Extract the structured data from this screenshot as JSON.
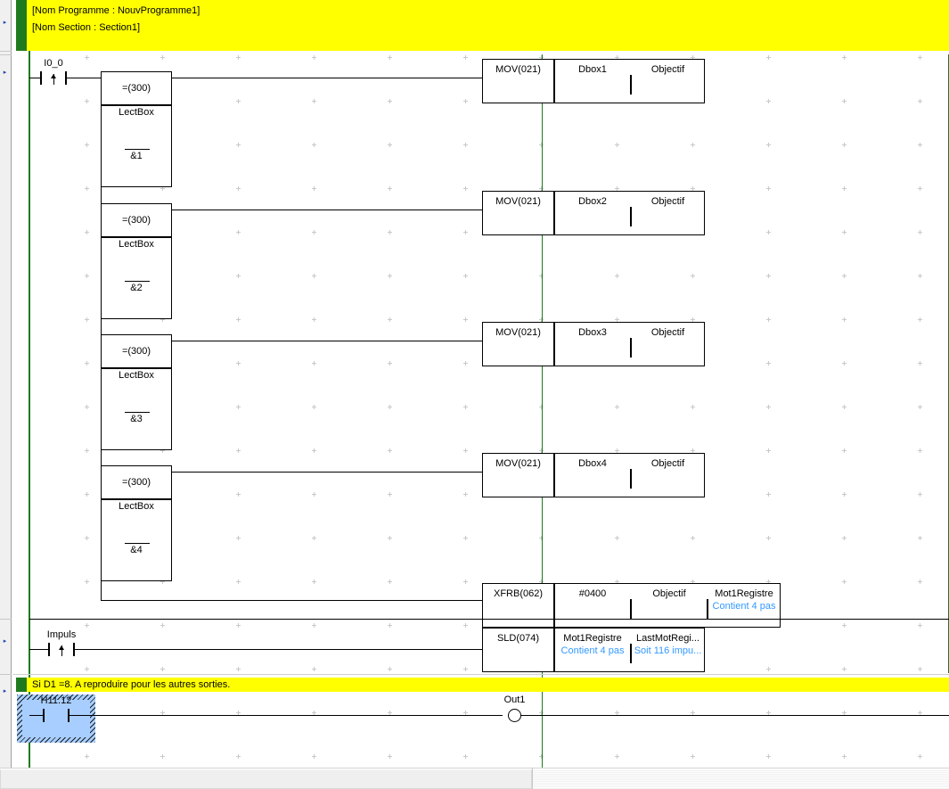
{
  "app": {
    "title": "Ladder Diagram Editor",
    "colors": {
      "comment_background": "#ffff00",
      "comment_tab": "#1f7a1f",
      "rail": "#1f7a1f",
      "selection_fill": "#a8ceff",
      "operand_comment": "#3399ff",
      "grid_mark": "#c9c9c9",
      "block_border": "#000000"
    }
  },
  "header_comment": {
    "lines": [
      "[Nom Programme : NouvProgramme1]",
      "[Nom Section : Section1]"
    ]
  },
  "section_comment": {
    "text": "Si D1 =8. A reproduire pour les autres sorties."
  },
  "gutter": {
    "marks": [
      "▸",
      "▸",
      "▸",
      "▸"
    ]
  },
  "rungs": [
    {
      "name": "rung-1",
      "contact": {
        "label": "I0_0",
        "type": "rising-edge-contact"
      },
      "compare_blocks": [
        {
          "instruction": "=(300)",
          "operand": "LectBox",
          "value": "&1"
        },
        {
          "instruction": "=(300)",
          "operand": "LectBox",
          "value": "&2"
        },
        {
          "instruction": "=(300)",
          "operand": "LectBox",
          "value": "&3"
        },
        {
          "instruction": "=(300)",
          "operand": "LectBox",
          "value": "&4"
        }
      ],
      "move_blocks": [
        {
          "instruction": "MOV(021)",
          "source": "Dbox1",
          "destination": "Objectif"
        },
        {
          "instruction": "MOV(021)",
          "source": "Dbox2",
          "destination": "Objectif"
        },
        {
          "instruction": "MOV(021)",
          "source": "Dbox3",
          "destination": "Objectif"
        },
        {
          "instruction": "MOV(021)",
          "source": "Dbox4",
          "destination": "Objectif"
        }
      ],
      "xfrb_block": {
        "instruction": "XFRB(062)",
        "operands": [
          {
            "name": "#0400",
            "comment": ""
          },
          {
            "name": "Objectif",
            "comment": ""
          },
          {
            "name": "Mot1Registre",
            "comment": "Contient 4 pas"
          }
        ]
      }
    },
    {
      "name": "rung-2",
      "contact": {
        "label": "Impuls",
        "type": "rising-edge-contact"
      },
      "sld_block": {
        "instruction": "SLD(074)",
        "operands": [
          {
            "name": "Mot1Registre",
            "comment": "Contient 4 pas"
          },
          {
            "name": "LastMotRegi...",
            "comment": "Soit 116 impu..."
          }
        ]
      }
    },
    {
      "name": "rung-3",
      "contact": {
        "label": "H11.12",
        "type": "normally-open-contact",
        "selected": true
      },
      "coil": {
        "label": "Out1",
        "type": "output-coil"
      }
    }
  ]
}
